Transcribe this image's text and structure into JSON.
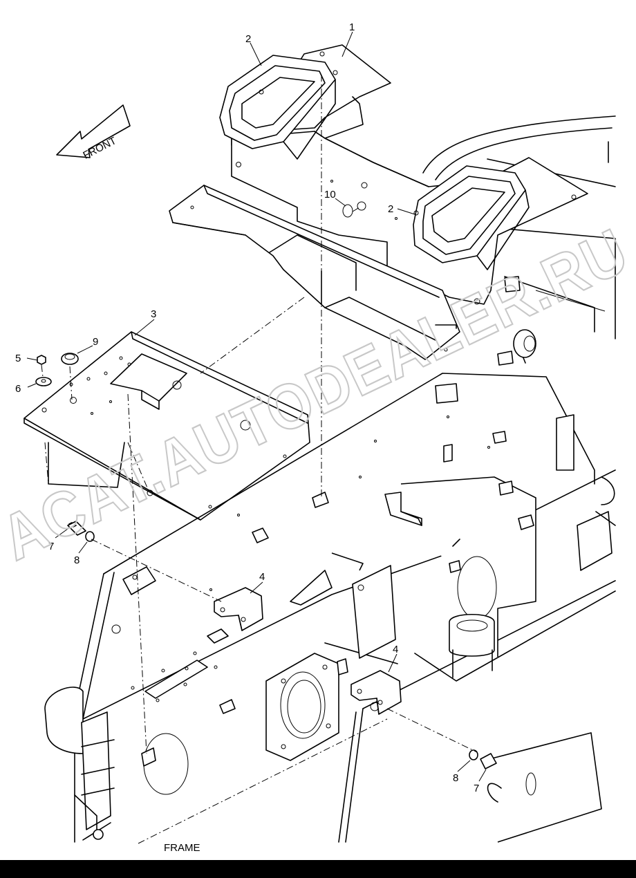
{
  "callouts": [
    {
      "id": "c1",
      "text": "1"
    },
    {
      "id": "c2a",
      "text": "2"
    },
    {
      "id": "c2b",
      "text": "2"
    },
    {
      "id": "c3",
      "text": "3"
    },
    {
      "id": "c4a",
      "text": "4"
    },
    {
      "id": "c4b",
      "text": "4"
    },
    {
      "id": "c5",
      "text": "5"
    },
    {
      "id": "c6",
      "text": "6"
    },
    {
      "id": "c7a",
      "text": "7"
    },
    {
      "id": "c7b",
      "text": "7"
    },
    {
      "id": "c8a",
      "text": "8"
    },
    {
      "id": "c8b",
      "text": "8"
    },
    {
      "id": "c9",
      "text": "9"
    },
    {
      "id": "c10",
      "text": "10"
    }
  ],
  "front_arrow_label": "FRONT",
  "frame_label": "FRAME",
  "watermark": "ACAT.AUTODEALER.RU",
  "colors": {
    "line": "#000000",
    "watermark": "#c8c8c8",
    "background": "#ffffff"
  }
}
